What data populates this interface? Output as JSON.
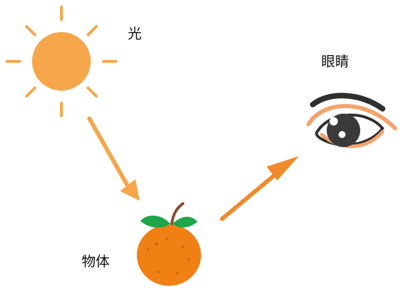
{
  "labels": {
    "light": "光",
    "eye": "眼睛",
    "object": "物体"
  },
  "colors": {
    "sun": "#F5A64A",
    "incident_arrow": "#F5A64A",
    "reflected_arrow": "#F08A2B",
    "orange_fruit": "#F07F14",
    "leaf": "#1FA64A",
    "stem": "#8B4A2B",
    "eye_outline": "#2F2F2F",
    "eye_lid_accent": "#F4A36B",
    "iris": "#3A3A3A",
    "pupil_highlight": "#FFFFFF"
  },
  "icons": {
    "sun": "sun-icon",
    "eye": "eye-icon",
    "object": "orange-fruit-icon"
  }
}
